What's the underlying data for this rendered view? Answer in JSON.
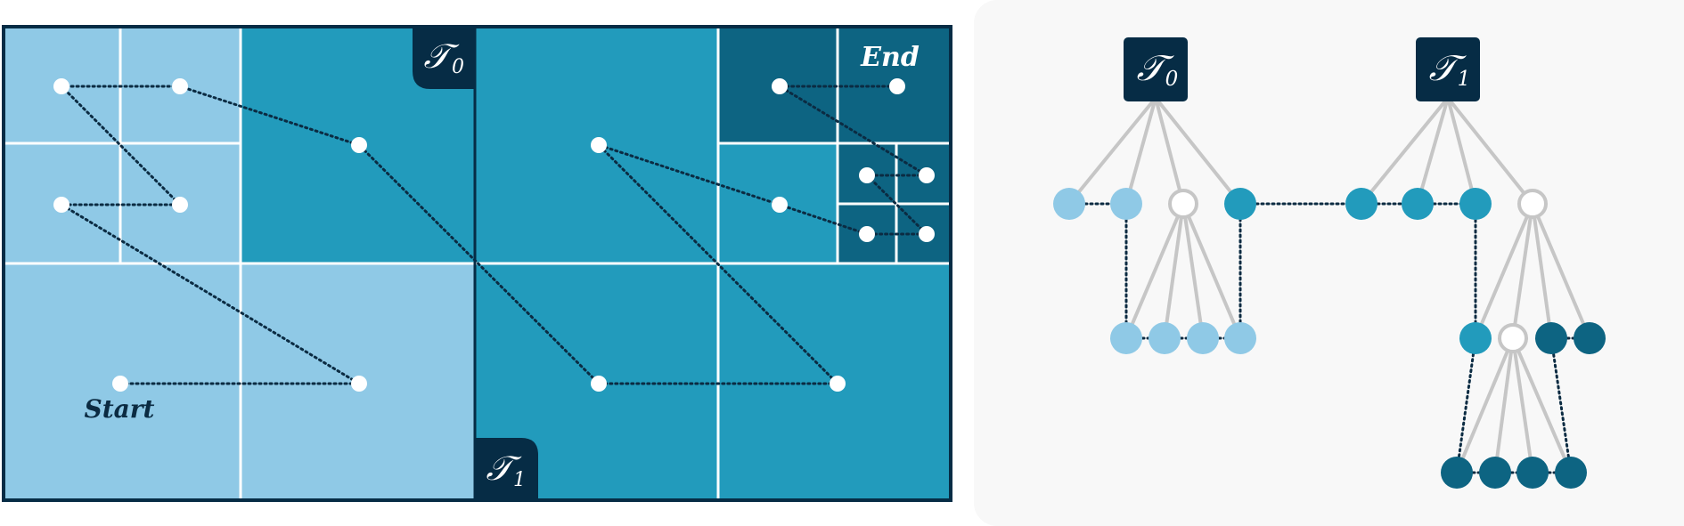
{
  "labels": {
    "start": "Start",
    "end": "End",
    "tree0": "𝒯",
    "tree0_sub": "0",
    "tree1": "𝒯",
    "tree1_sub": "1"
  },
  "colors": {
    "light": "#8fc9e6",
    "medium": "#229bbc",
    "dark": "#0d6482",
    "navy": "#062c45",
    "grid_line": "#ffffff",
    "path": "#0b2b42",
    "tree_edge": "#c6c6c6",
    "panel_bg": "#f8f8f8"
  }
}
